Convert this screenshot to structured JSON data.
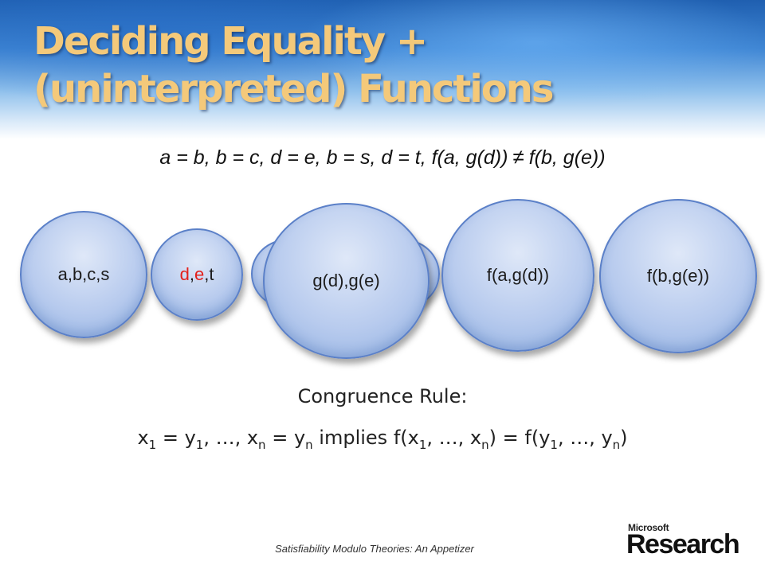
{
  "title": {
    "line1": "Deciding Equality +",
    "line2": "(uninterpreted) Functions"
  },
  "equation": {
    "left": "a = b, b = c, d = e, b = s, d = t, f(a, g(d))",
    "neq_symbol": "≠",
    "right": "f(b, g(e))"
  },
  "classes": {
    "c1": "a,b,c,s",
    "c2": {
      "d": "d",
      "comma1": ",",
      "e": "e",
      "comma2": ",",
      "t": "t"
    },
    "c3_front": "g(d),g(e)",
    "c4": "f(a,g(d))",
    "c5": "f(b,g(e))"
  },
  "congruence": {
    "heading": "Congruence Rule:",
    "x": "x",
    "y": "y",
    "f": "f",
    "sub1": "1",
    "subn": "n",
    "p1": " = ",
    "p2": ", …, ",
    "p3": " = ",
    "p4": " implies ",
    "p5": "(",
    "p6": ", …, ",
    "p7": ") = ",
    "p8": "(",
    "p9": ", …, ",
    "p10": ")"
  },
  "footer": {
    "text": "Satisfiability Modulo Theories: An Appetizer"
  },
  "logo": {
    "top": "Microsoft",
    "bottom": "Research"
  },
  "colors": {
    "title": "#f4c97a",
    "highlight_red": "#e3201b",
    "circle_border": "#5b80c8"
  }
}
